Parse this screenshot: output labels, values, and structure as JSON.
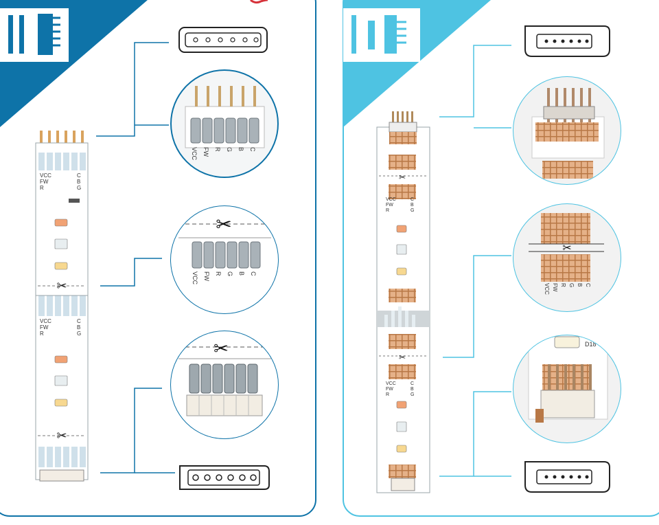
{
  "colors": {
    "left_accent": "#0e73a8",
    "right_accent": "#4ec3e2",
    "strip_pad": "#cfe0ea",
    "copper": "#e5b188",
    "copper_dark": "#b87846",
    "led_orange": "#f1a274",
    "led_yellow": "#f7d890",
    "led_white": "#e8eef0"
  },
  "left_panel": {
    "pin_labels": [
      "C",
      "B",
      "G",
      "R",
      "FW",
      "VCC"
    ],
    "cut_icon": "scissors-icon",
    "connectors": [
      "female-5-pin-housing-icon",
      "male-pin-header-zoom",
      "cut-pad-zoom",
      "soldered-header-zoom",
      "female-connector-housing-icon"
    ]
  },
  "right_panel": {
    "pin_labels": [
      "C",
      "B",
      "G",
      "R",
      "FW",
      "VCC"
    ],
    "cut_icon": "scissors-icon",
    "chip_label": "D18",
    "connectors": [
      "micro-connector-icon",
      "pin-header-zoom",
      "copper-pad-zoom",
      "smd-header-zoom",
      "micro-connector-icon"
    ]
  }
}
